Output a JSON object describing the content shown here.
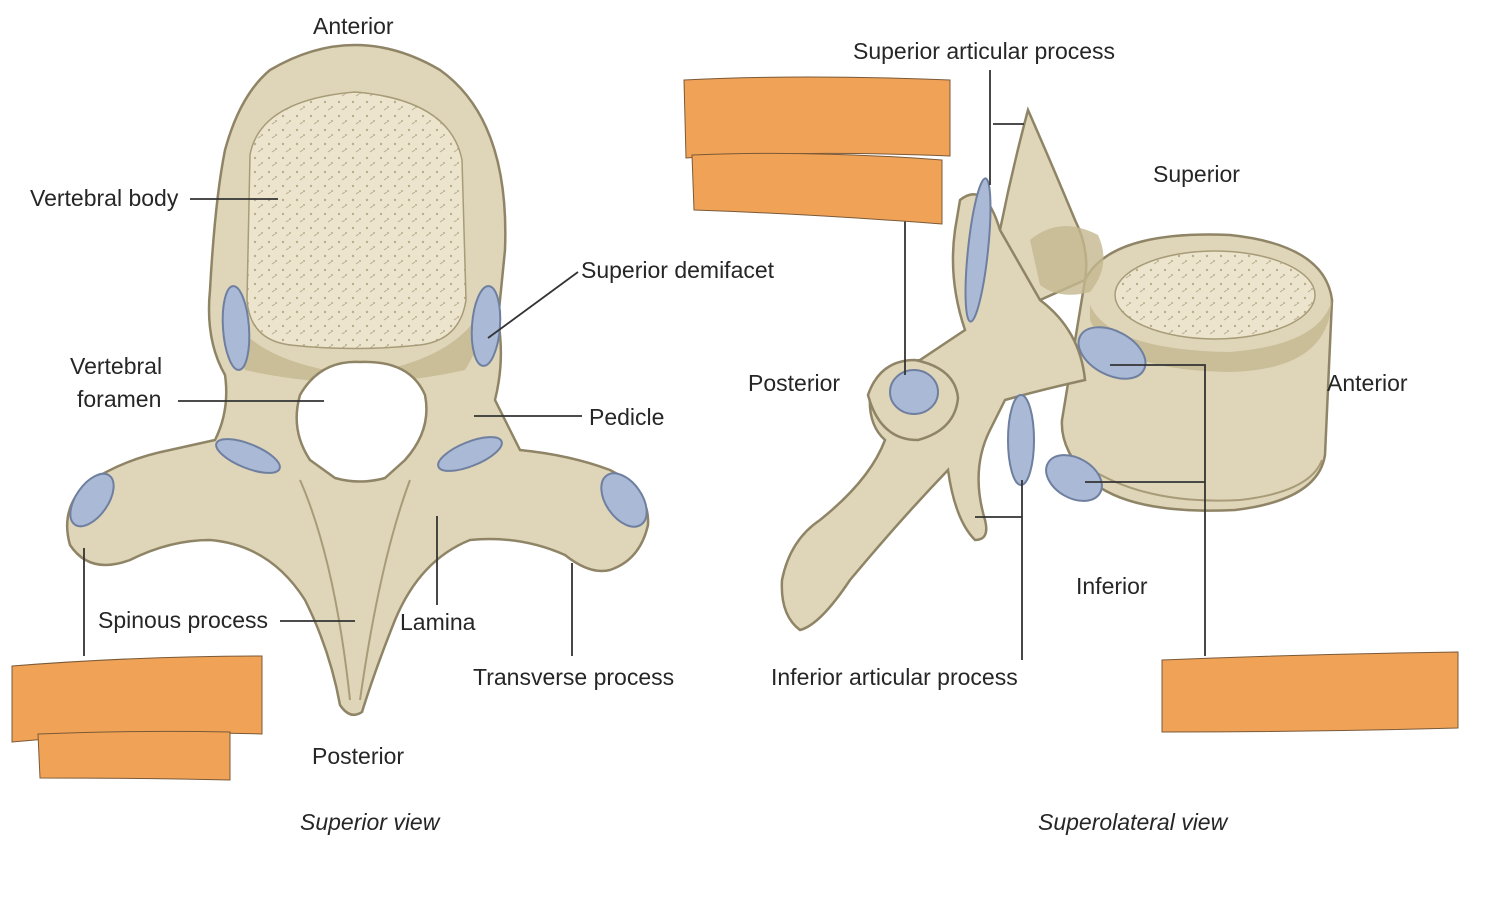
{
  "colors": {
    "bone": "#dfd5b8",
    "bone_edge": "#8f8566",
    "bone_shadow": "#c4b890",
    "facet": "#a9b9d6",
    "facet_edge": "#6f7f9f",
    "mask": "#f0a257",
    "leader": "#333333"
  },
  "superior_view": {
    "orientation_top": "Anterior",
    "orientation_bottom": "Posterior",
    "caption": "Superior view",
    "labels": {
      "vertebral_body": "Vertebral body",
      "superior_demifacet": "Superior demifacet",
      "vertebral_foramen_line1": "Vertebral",
      "vertebral_foramen_line2": "foramen",
      "pedicle": "Pedicle",
      "spinous_process": "Spinous process",
      "lamina": "Lamina",
      "transverse_process": "Transverse process"
    }
  },
  "superolateral_view": {
    "caption": "Superolateral view",
    "orientation_superior": "Superior",
    "orientation_inferior": "Inferior",
    "orientation_anterior": "Anterior",
    "orientation_posterior": "Posterior",
    "labels": {
      "superior_articular_process": "Superior articular process",
      "inferior_articular_process": "Inferior articular process"
    }
  }
}
